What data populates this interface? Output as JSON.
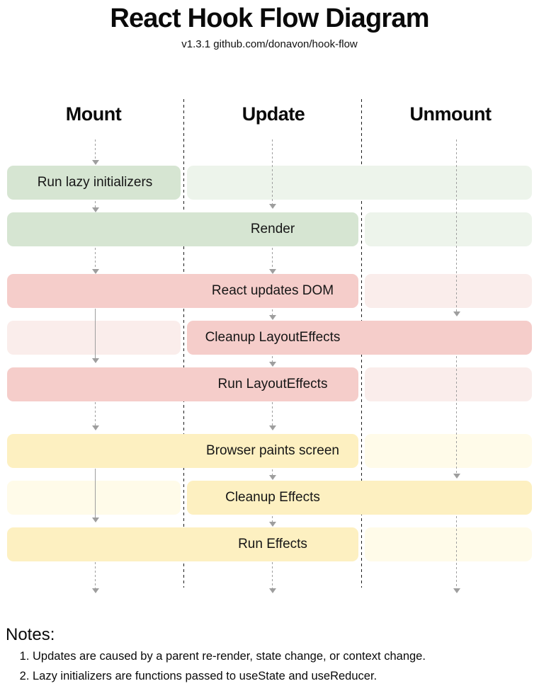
{
  "title": "React Hook Flow Diagram",
  "subtitle": "v1.3.1 github.com/donavon/hook-flow",
  "columns": [
    {
      "id": "mount",
      "label": "Mount"
    },
    {
      "id": "update",
      "label": "Update"
    },
    {
      "id": "unmount",
      "label": "Unmount"
    }
  ],
  "rows": [
    {
      "label": "Run lazy initializers",
      "palette": "green",
      "active": [
        "mount"
      ],
      "label_col": "mount"
    },
    {
      "label": "Render",
      "palette": "green",
      "active": [
        "mount",
        "update"
      ],
      "label_col": "update"
    },
    {
      "label": "React updates DOM",
      "palette": "red",
      "active": [
        "mount",
        "update"
      ],
      "label_col": "update"
    },
    {
      "label": "Cleanup LayoutEffects",
      "palette": "red",
      "active": [
        "update",
        "unmount"
      ],
      "label_col": "update"
    },
    {
      "label": "Run LayoutEffects",
      "palette": "red",
      "active": [
        "mount",
        "update"
      ],
      "label_col": "update"
    },
    {
      "label": "Browser paints screen",
      "palette": "yellow",
      "active": [
        "mount",
        "update"
      ],
      "label_col": "update"
    },
    {
      "label": "Cleanup Effects",
      "palette": "yellow",
      "active": [
        "update",
        "unmount"
      ],
      "label_col": "update"
    },
    {
      "label": "Run Effects",
      "palette": "yellow",
      "active": [
        "mount",
        "update"
      ],
      "label_col": "update"
    }
  ],
  "colors": {
    "green_dark": "#d6e5d2",
    "green_light": "#edf4eb",
    "red_dark": "#f5cdca",
    "red_light": "#faedeb",
    "yellow_dark": "#fdf0c1",
    "yellow_light": "#fffbe9",
    "divider": "#1c1c1c",
    "arrow": "#9e9e9e",
    "text": "#161616"
  },
  "notes": {
    "heading": "Notes:",
    "items": [
      "Updates are caused by a parent re-render, state change, or context change.",
      "Lazy initializers are functions passed to useState and useReducer."
    ]
  }
}
